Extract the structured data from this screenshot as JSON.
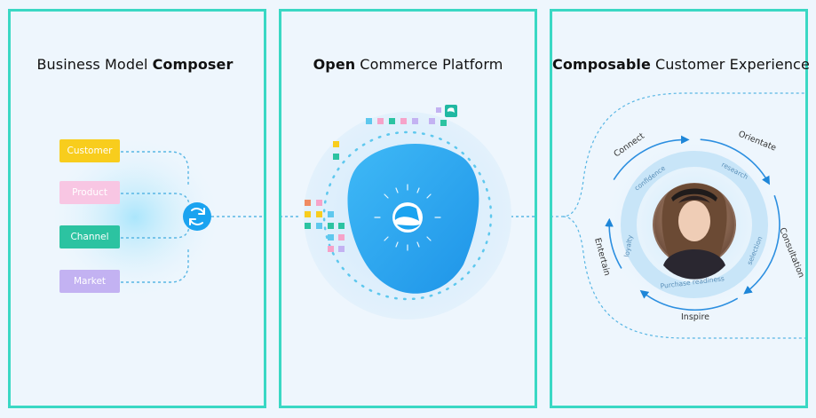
{
  "panels": [
    {
      "title_plain": "Business Model",
      "title_bold": "Composer"
    },
    {
      "title_bold": "Open",
      "title_plain": "Commerce Platform"
    },
    {
      "title_bold": "Composable",
      "title_plain": "Customer Experience"
    }
  ],
  "composer": {
    "items": [
      {
        "label": "Customer",
        "color": "#f8cd1d"
      },
      {
        "label": "Product",
        "color": "#f8c6e3"
      },
      {
        "label": "Channel",
        "color": "#2cc3a1"
      },
      {
        "label": "Market",
        "color": "#c3b2f2"
      }
    ],
    "hub_icon": "sync-icon"
  },
  "platform": {
    "logo_icon": "shopware-logo-icon",
    "accent": "#1aa3f0"
  },
  "cx": {
    "outer_labels": [
      "Connect",
      "Orientate",
      "Consultation",
      "Inspire",
      "Entertain"
    ],
    "inner_labels": [
      "confidence",
      "research",
      "selection",
      "Purchase readiness",
      "loyalty"
    ],
    "avatar": "customer-avatar"
  },
  "colors": {
    "border": "#3ad8c4",
    "ring": "#2c8fe0",
    "ring_light": "#c8e5f8"
  }
}
